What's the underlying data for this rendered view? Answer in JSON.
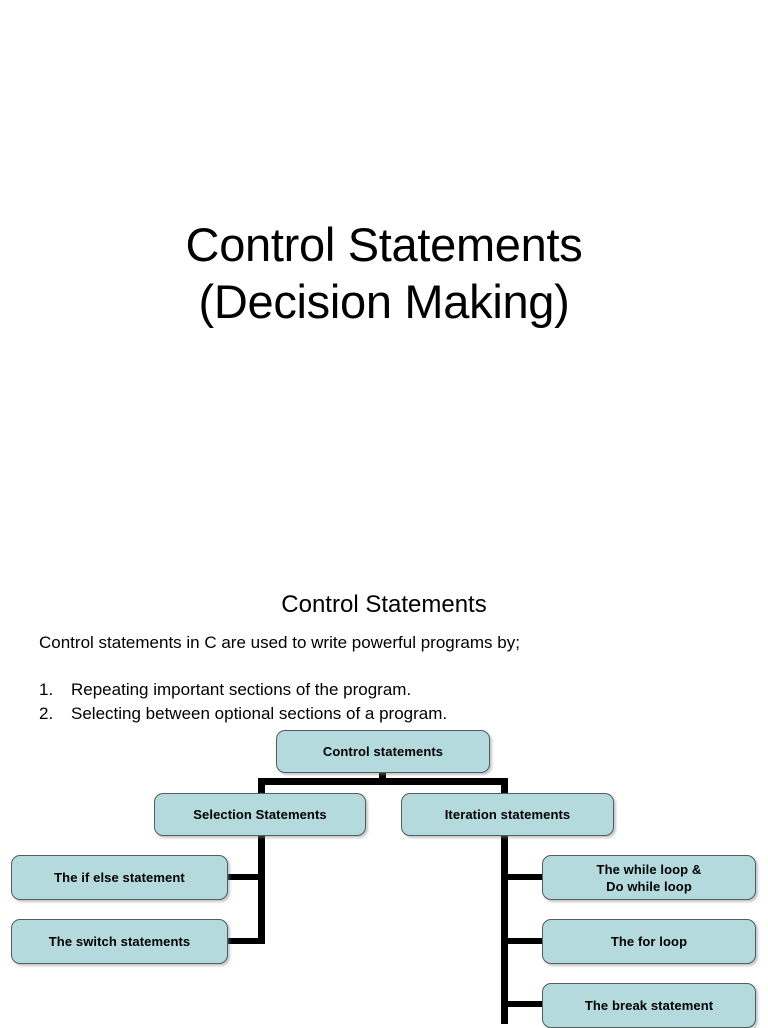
{
  "slide": {
    "title": {
      "line1": "Control Statements",
      "line2": "(Decision Making)"
    },
    "section": {
      "heading": "Control Statements",
      "lead": "Control statements in C are used to write powerful programs by;",
      "list": [
        {
          "marker": "1.",
          "label": "Repeating important sections of the program."
        },
        {
          "marker": "2.",
          "label": "Selecting between optional sections of a program."
        }
      ]
    },
    "diagram": {
      "fill_color": "#b4dadd",
      "border_color": "#555b5e",
      "connector_color": "#000000",
      "nodes": {
        "root": "Control statements",
        "selection": "Selection Statements",
        "iteration": "Iteration statements",
        "if_else": "The if else statement",
        "switch": "The switch statements",
        "while": "The while loop &\nDo while loop",
        "for": "The for loop",
        "break": "The break statement"
      }
    }
  }
}
